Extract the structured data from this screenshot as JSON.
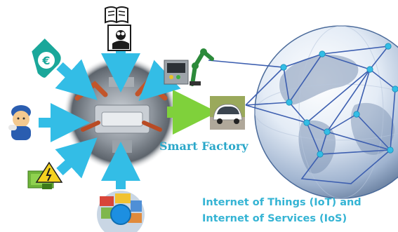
{
  "labels": {
    "smart_factory": "Smart Factory",
    "iot_line1": "Internet of Things (IoT) and",
    "iot_line2": "Internet of Services (IoS)"
  },
  "icons": {
    "book": "open-book-icon",
    "expert": "expert-person-icon",
    "euro": "euro-coin-icon",
    "worker": "worker-icon",
    "energy": "energy-battery-icon",
    "materials": "raw-materials-icon",
    "robot": "robot-arm-icon",
    "car": "smart-car-icon",
    "globe": "network-globe-icon",
    "factory": "factory-floor-image"
  },
  "colors": {
    "arrow_input": "#33bde6",
    "arrow_output": "#7fd13b",
    "network_line": "#3d5fb0",
    "network_node": "#33bde6",
    "label_primary": "#2aa7c9"
  }
}
